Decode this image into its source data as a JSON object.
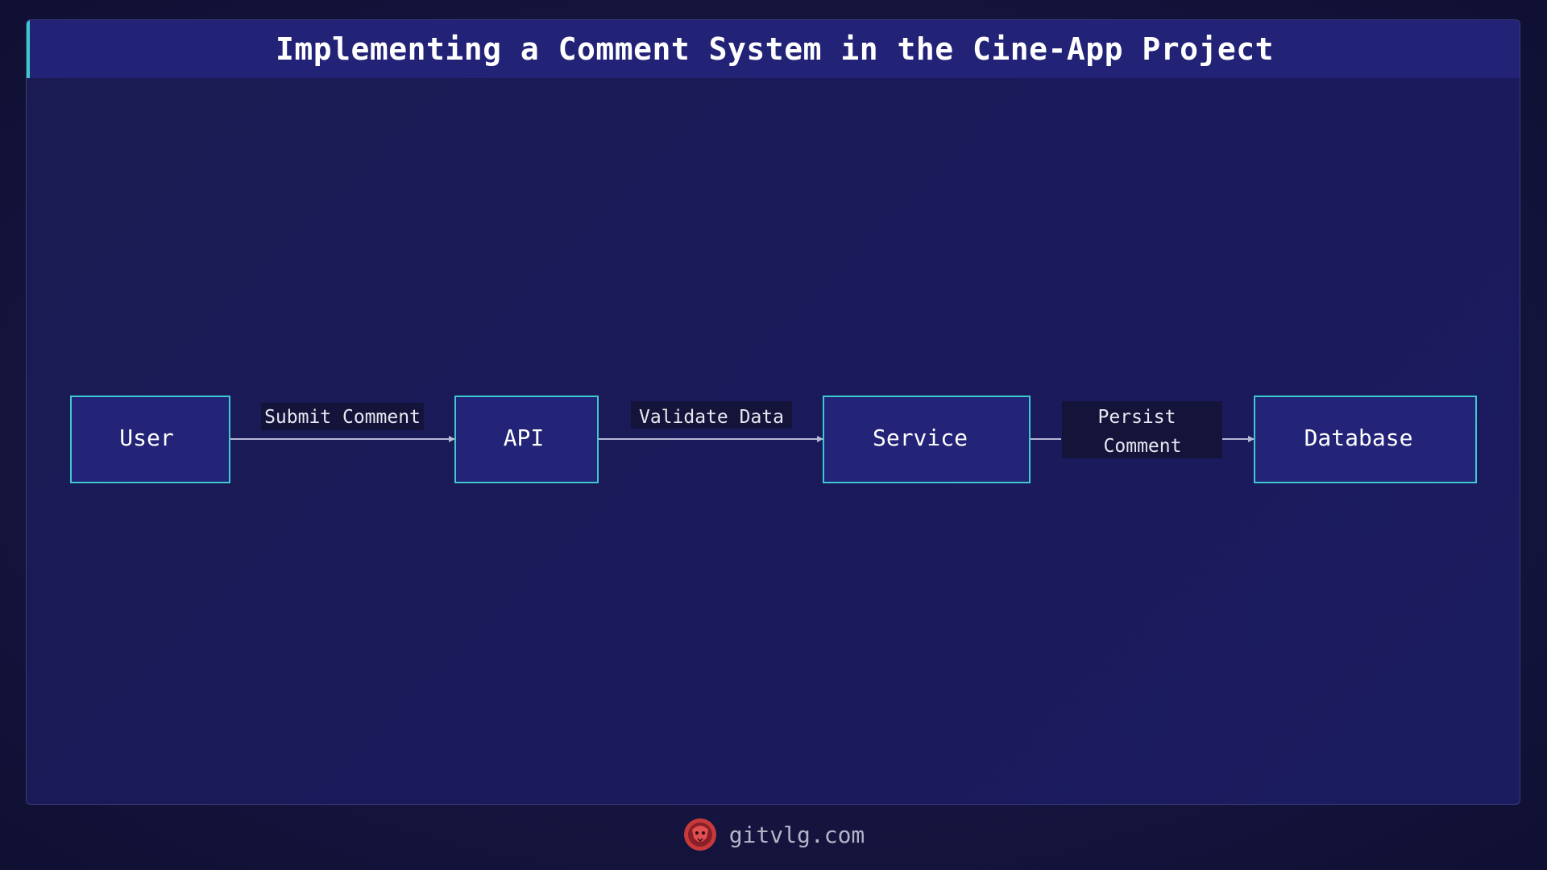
{
  "title": "Implementing a Comment System in the Cine-App Project",
  "colors": {
    "accent": "#3ec9d0",
    "node_fill": "#232378",
    "background": "#1a1a5a",
    "logo": "#c83a3a"
  },
  "nodes": [
    {
      "id": "user",
      "label": "User"
    },
    {
      "id": "api",
      "label": "API"
    },
    {
      "id": "service",
      "label": "Service"
    },
    {
      "id": "database",
      "label": "Database"
    }
  ],
  "edges": [
    {
      "from": "user",
      "to": "api",
      "label": "Submit Comment"
    },
    {
      "from": "api",
      "to": "service",
      "label": "Validate Data"
    },
    {
      "from": "service",
      "to": "database",
      "label_lines": [
        "Persist",
        "Comment"
      ]
    }
  ],
  "footer": {
    "logo_icon": "lion-head-logo-icon",
    "text": "gitvlg.com"
  }
}
